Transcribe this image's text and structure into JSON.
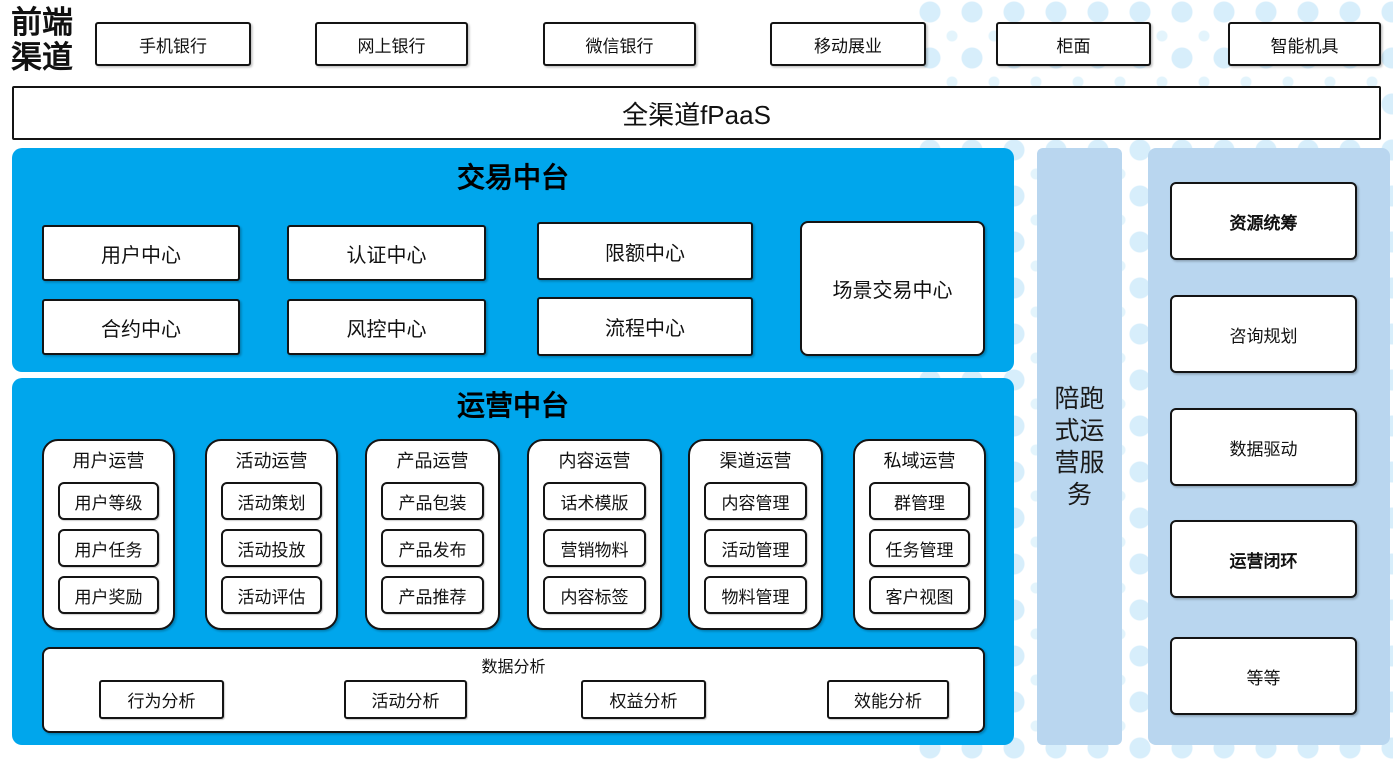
{
  "colors": {
    "panel_blue": "#00a6ec",
    "panel_light_blue": "#b9d6ef",
    "dot_pattern_blue": "#d7eefb",
    "box_border": "#141414"
  },
  "front_channels": {
    "label": "前端渠道",
    "items": [
      "手机银行",
      "网上银行",
      "微信银行",
      "移动展业",
      "柜面",
      "智能机具"
    ]
  },
  "fpaas": {
    "label": "全渠道fPaaS"
  },
  "trade_platform": {
    "title": "交易中台",
    "row1": [
      "用户中心",
      "认证中心",
      "限额中心"
    ],
    "row2": [
      "合约中心",
      "风控中心",
      "流程中心"
    ],
    "scene_center": "场景交易中心"
  },
  "operation_platform": {
    "title": "运营中台",
    "groups": [
      {
        "label": "用户运营",
        "items": [
          "用户等级",
          "用户任务",
          "用户奖励"
        ]
      },
      {
        "label": "活动运营",
        "items": [
          "活动策划",
          "活动投放",
          "活动评估"
        ]
      },
      {
        "label": "产品运营",
        "items": [
          "产品包装",
          "产品发布",
          "产品推荐"
        ]
      },
      {
        "label": "内容运营",
        "items": [
          "话术模版",
          "营销物料",
          "内容标签"
        ]
      },
      {
        "label": "渠道运营",
        "items": [
          "内容管理",
          "活动管理",
          "物料管理"
        ]
      },
      {
        "label": "私域运营",
        "items": [
          "群管理",
          "任务管理",
          "客户视图"
        ]
      }
    ],
    "data_analysis": {
      "label": "数据分析",
      "items": [
        "行为分析",
        "活动分析",
        "权益分析",
        "效能分析"
      ]
    }
  },
  "side_service": {
    "label": "陪跑式运营服务"
  },
  "service_items": [
    {
      "label": "资源统筹",
      "bold": true
    },
    {
      "label": "咨询规划",
      "bold": false
    },
    {
      "label": "数据驱动",
      "bold": false
    },
    {
      "label": "运营闭环",
      "bold": true
    },
    {
      "label": "等等",
      "bold": false
    }
  ]
}
